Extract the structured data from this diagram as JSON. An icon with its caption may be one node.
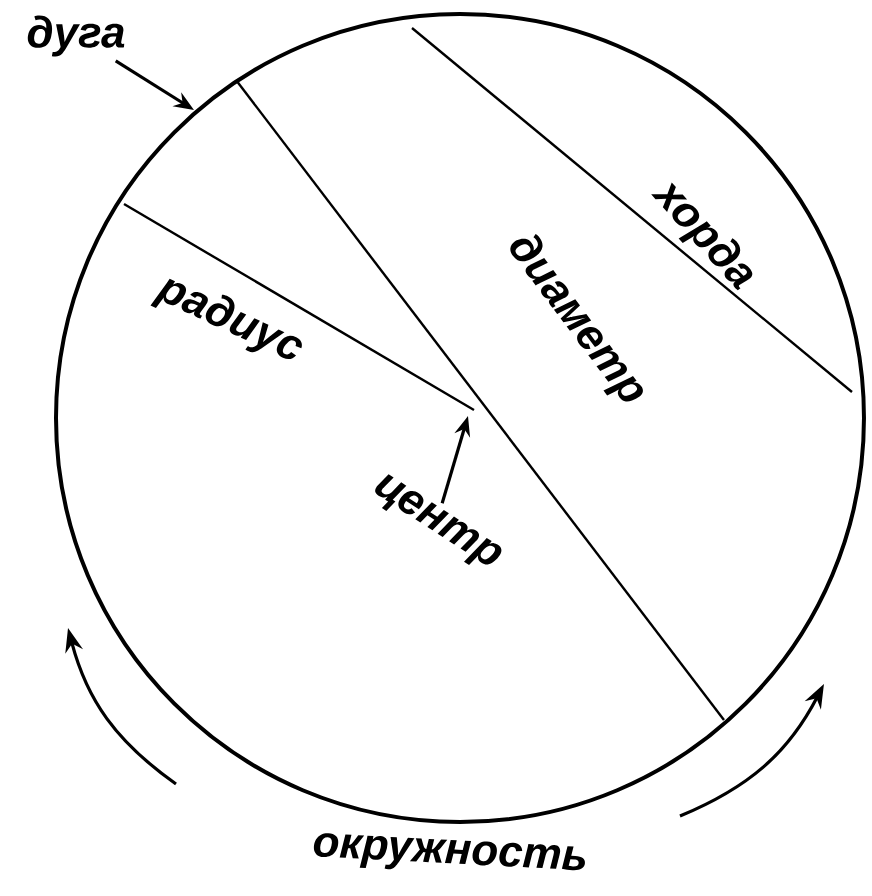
{
  "diagram": {
    "nodes": [
      {
        "text": [
          "дуга"
        ]
      },
      {
        "text": [
          "центр"
        ]
      }
    ],
    "edges": [
      {
        "from": 0,
        "to": null,
        "arrow": "to"
      },
      {
        "from": 1,
        "to": null,
        "arrow": "to"
      }
    ],
    "labels": [
      "хорда",
      "радиус",
      "диаметр",
      "окружность"
    ]
  }
}
